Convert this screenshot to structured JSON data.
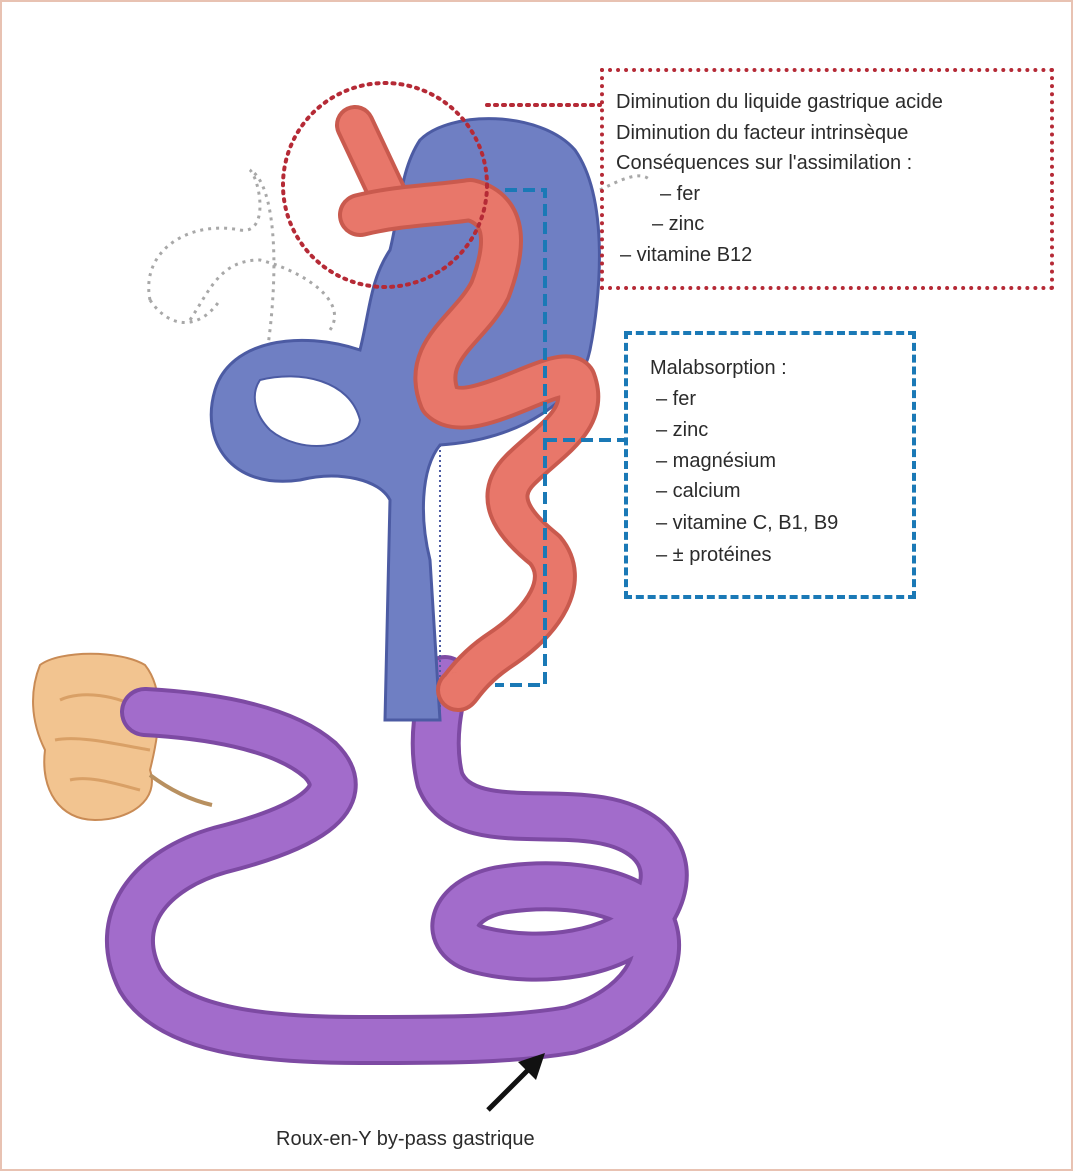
{
  "stomach_box": {
    "lines": [
      "Diminution du liquide gastrique acide",
      "Diminution du facteur intrinsèque",
      "Conséquences sur l'assimilation :",
      "– fer",
      "– zinc",
      "– vitamine B12"
    ]
  },
  "intestine_box": {
    "title": "Malabsorption :",
    "items": [
      "– fer",
      "– zinc",
      "– magnésium",
      "– calcium",
      "– vitamine C, B1, B9",
      "– ± protéines"
    ]
  },
  "caption": "Roux-en-Y by-pass gastrique",
  "colors": {
    "stomach": "#6f7fc3",
    "small_intestine_pink": "#e8776a",
    "jejunum_purple": "#9b64bf",
    "colon": "#f2c490",
    "red_dotted": "#b52a36",
    "blue_dashed": "#1a79b6"
  }
}
